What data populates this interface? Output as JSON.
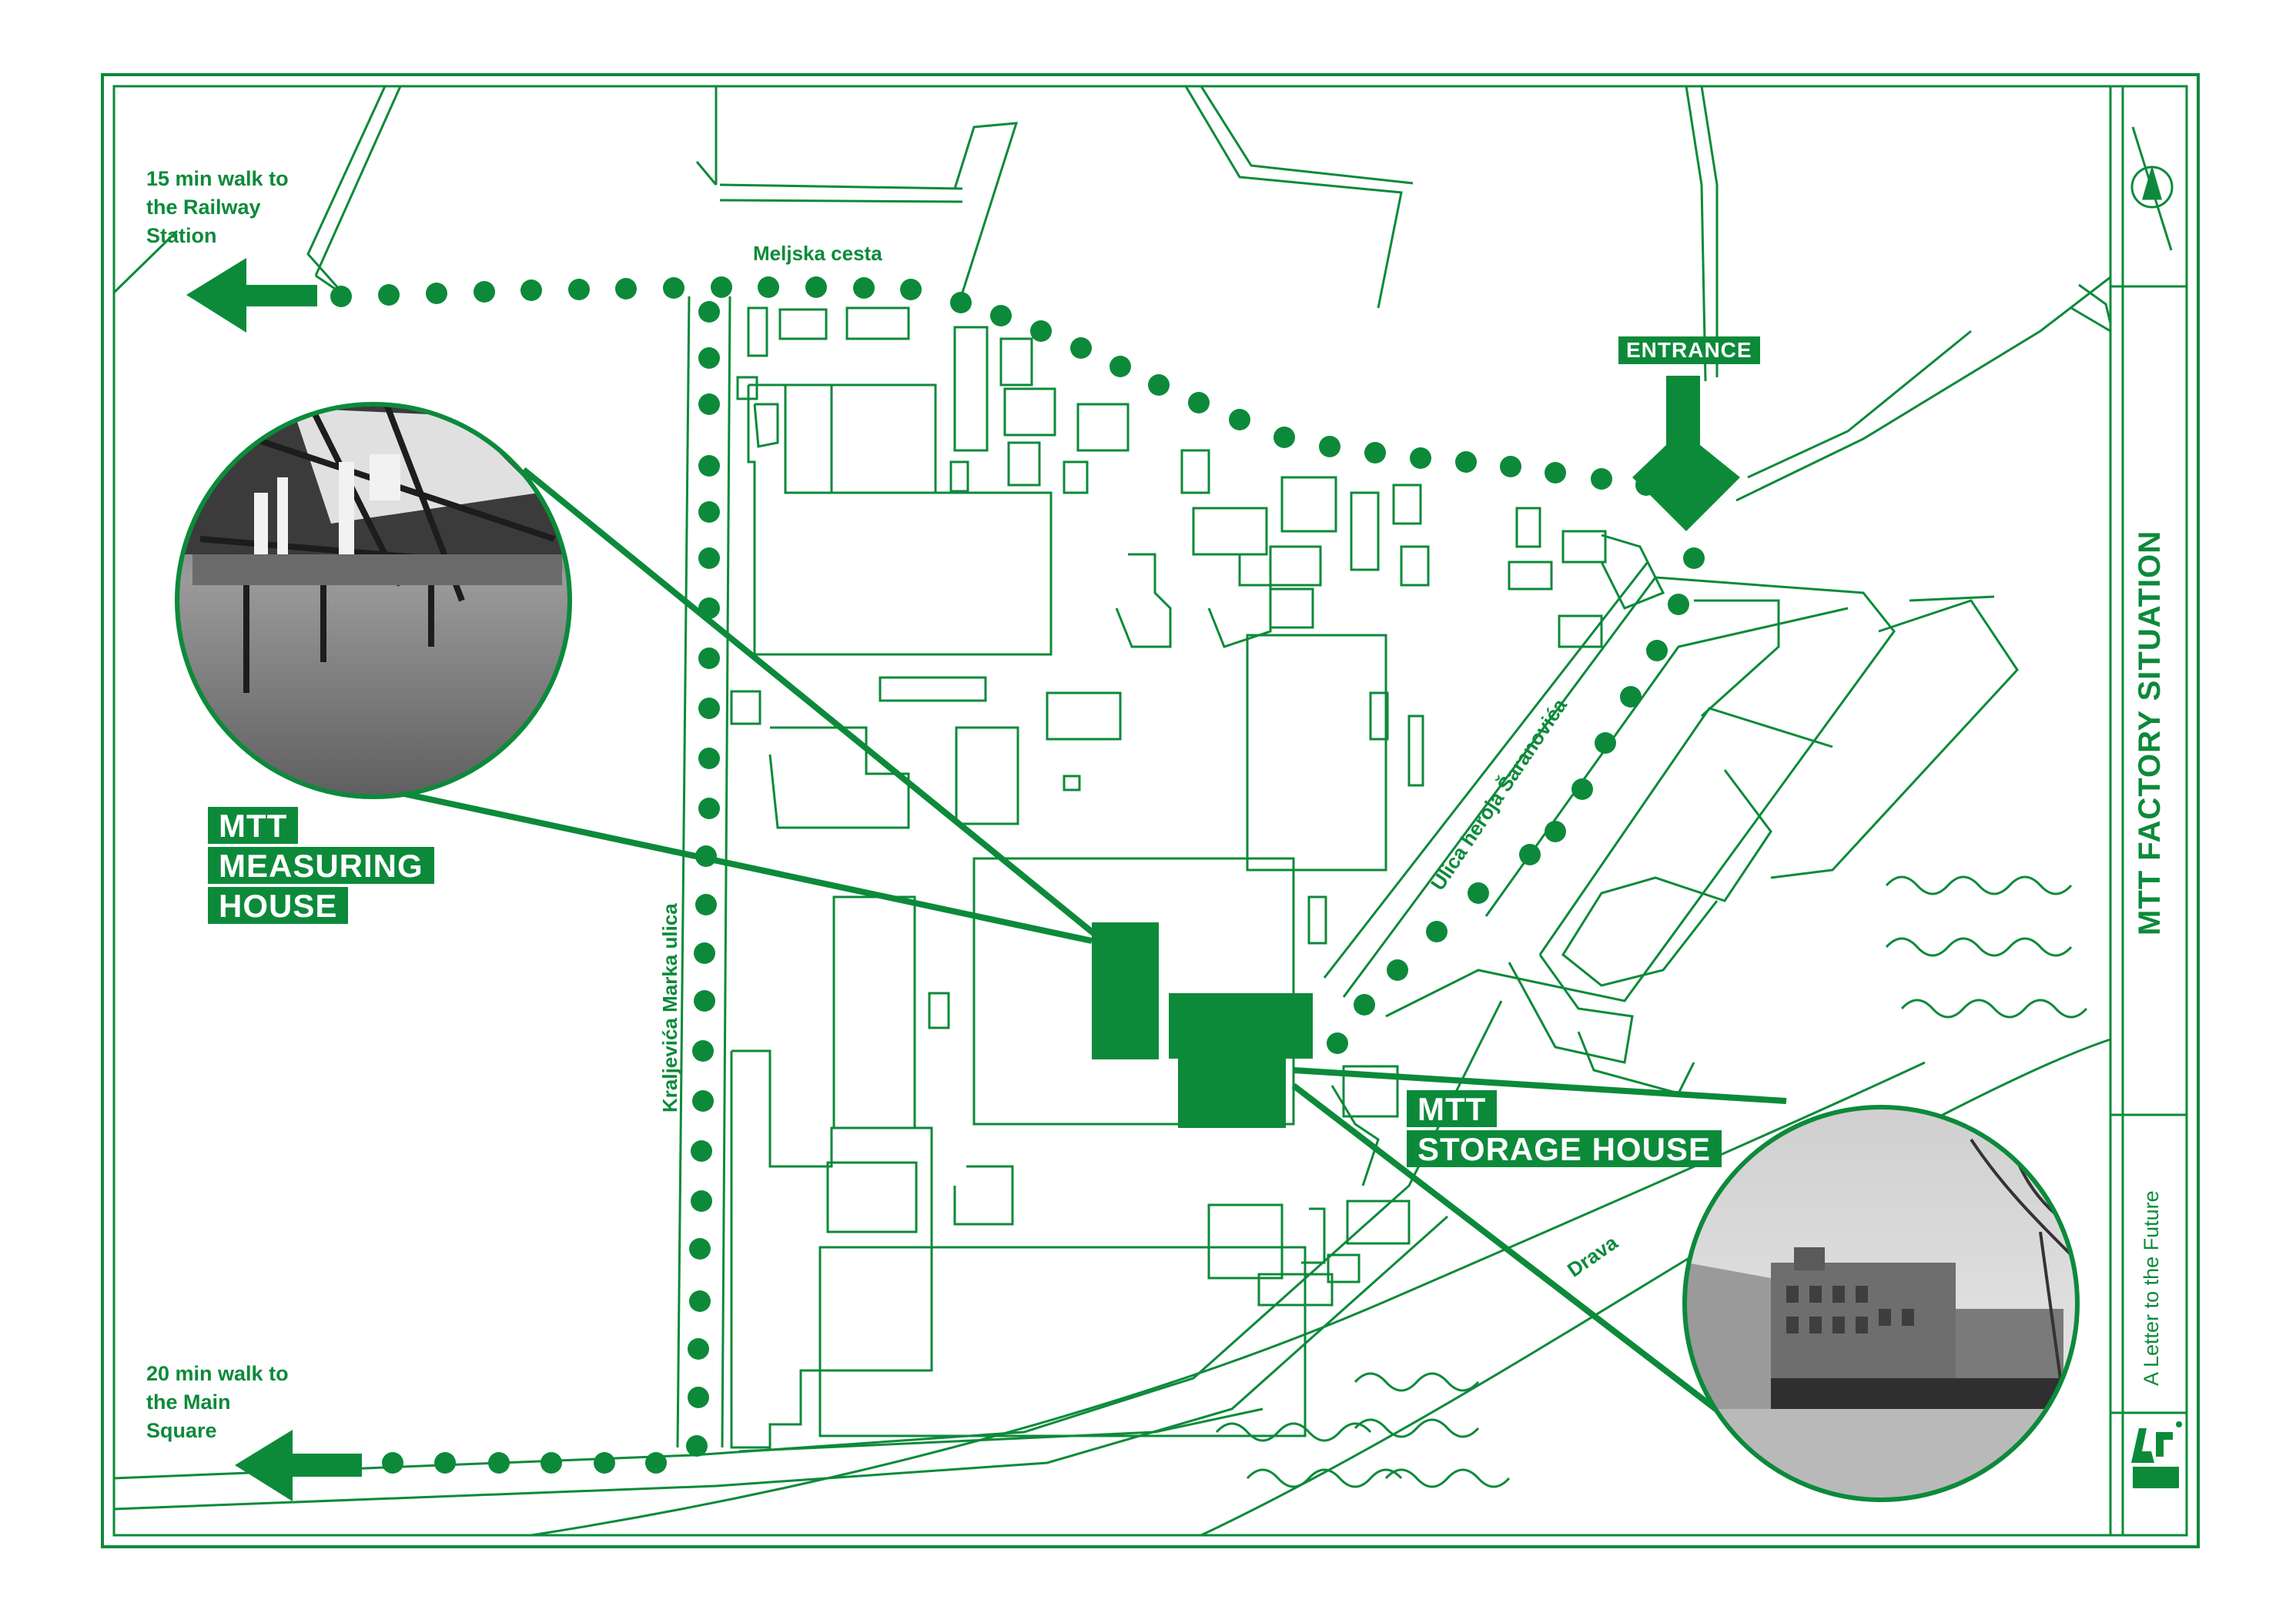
{
  "colors": {
    "brand": "#0c8a3a",
    "background": "#ffffff",
    "photo_gray": "#8f8f8f"
  },
  "labels": {
    "walk_railway": "15 min walk to the Railway Station",
    "walk_square": "20 min walk to the Main Square",
    "meljska": "Meljska cesta",
    "kraljevica": "Kraljevića Marka ulica",
    "saranovica": "Ulica heroja Šaranovića",
    "drava": "Drava",
    "entrance": "ENTRANCE",
    "measuring_1": "MTT",
    "measuring_2": "MEASURING",
    "measuring_3": "HOUSE",
    "storage_1": "MTT",
    "storage_2": "STORAGE HOUSE"
  },
  "sidebar": {
    "title": "MTT FACTORY SITUATION",
    "subtitle": "A Letter to the Future"
  },
  "icons": {
    "north": "north-arrow-icon",
    "logo": "logo-icon"
  }
}
